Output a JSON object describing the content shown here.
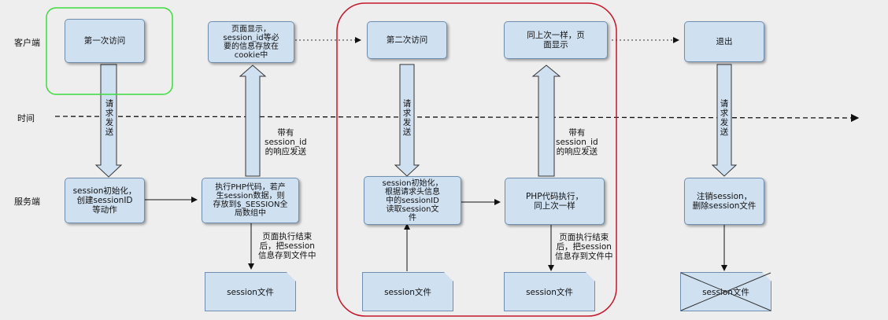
{
  "lanes": {
    "client": "客户端",
    "time": "时间",
    "server": "服务端"
  },
  "client_boxes": {
    "first_visit": "第一次访问",
    "page_display": "页面显示，\nsession_id等必\n要的信息存放在\ncookie中",
    "second_visit": "第二次访问",
    "same_display": "同上次一样，页\n面显示",
    "exit": "退出"
  },
  "server_boxes": {
    "session_init": "session初始化，\n创建sessionID\n等动作",
    "exec_php": "执行PHP代码，若产\n生session数据，则\n存放到$_SESSION全\n局数组中",
    "session_init_read": "session初始化，\n根据请求头信息\n中的sessionID\n读取session文\n件",
    "php_exec_same": "PHP代码执行，\n同上次一样",
    "destroy_session": "注销session，\n删除session文件"
  },
  "arrow_labels": {
    "send_request_1": "请求发送",
    "with_session_id_1": "带有\nsession_id\n的响应发送",
    "send_request_2": "请求发送",
    "with_session_id_2": "带有\nsession_id\n的响应发送",
    "send_request_3": "请求发送"
  },
  "notes": {
    "page_end_1": "页面执行结束\n后，把session\n信息存到文件中",
    "page_end_2": "页面执行结束\n后，把session\n信息存到文件中"
  },
  "files": {
    "file_1": "session文件",
    "file_2": "session文件",
    "file_3": "session文件",
    "file_4": "session文件"
  },
  "highlights": {
    "green": "#3ddc3d",
    "red": "#c4162a",
    "box_fill": "#cfe0f1"
  }
}
